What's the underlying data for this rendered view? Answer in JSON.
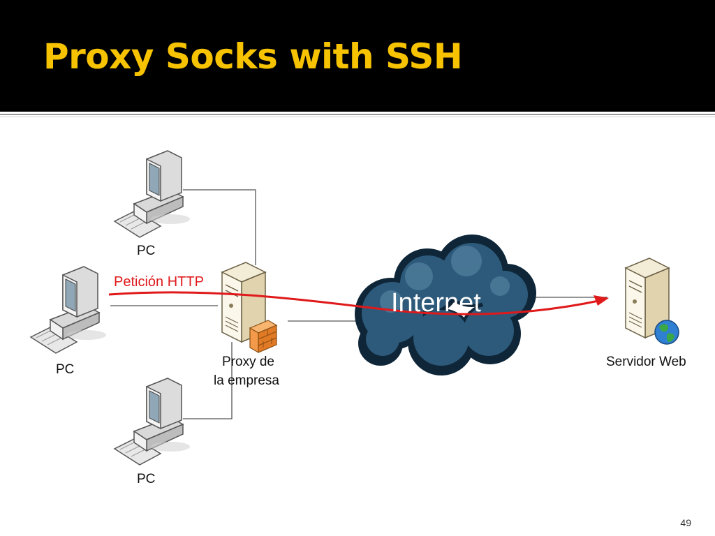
{
  "slide": {
    "title": "Proxy Socks with SSH",
    "page_number": "49"
  },
  "diagram": {
    "pc_labels": [
      "PC",
      "PC",
      "PC"
    ],
    "proxy_label_line1": "Proxy de",
    "proxy_label_line2": "la empresa",
    "cloud_label": "Internet",
    "server_label": "Servidor Web",
    "request_label": "Petición HTTP"
  },
  "colors": {
    "title": "#f7c200",
    "header_background": "#000000",
    "request_arrow": "#e0191b",
    "cloud": "#2d5a7a"
  },
  "icons": [
    "pc-icon",
    "server-icon",
    "firewall-icon",
    "cloud-icon",
    "globe-icon"
  ]
}
